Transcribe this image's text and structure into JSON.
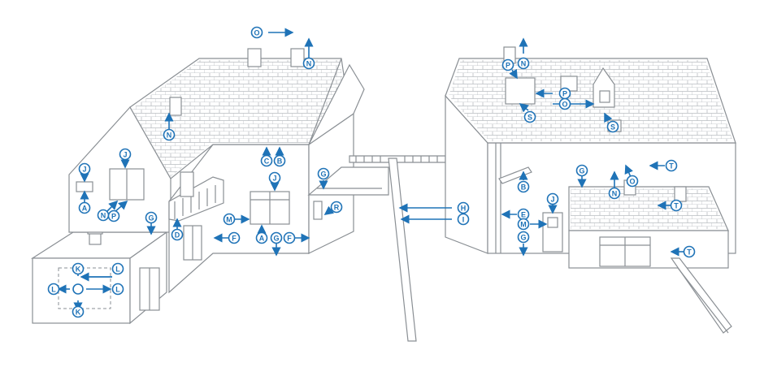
{
  "colors": {
    "accent": "#1f73b7",
    "line": "#8a8f94",
    "background": "#ffffff"
  },
  "labels": {
    "a": "A",
    "b": "B",
    "c": "C",
    "d": "D",
    "e": "E",
    "f": "F",
    "g": "G",
    "h": "H",
    "i": "I",
    "j": "J",
    "k": "K",
    "l": "L",
    "m": "M",
    "n": "N",
    "o": "O",
    "p": "P",
    "r": "R",
    "s": "S",
    "t": "T"
  }
}
